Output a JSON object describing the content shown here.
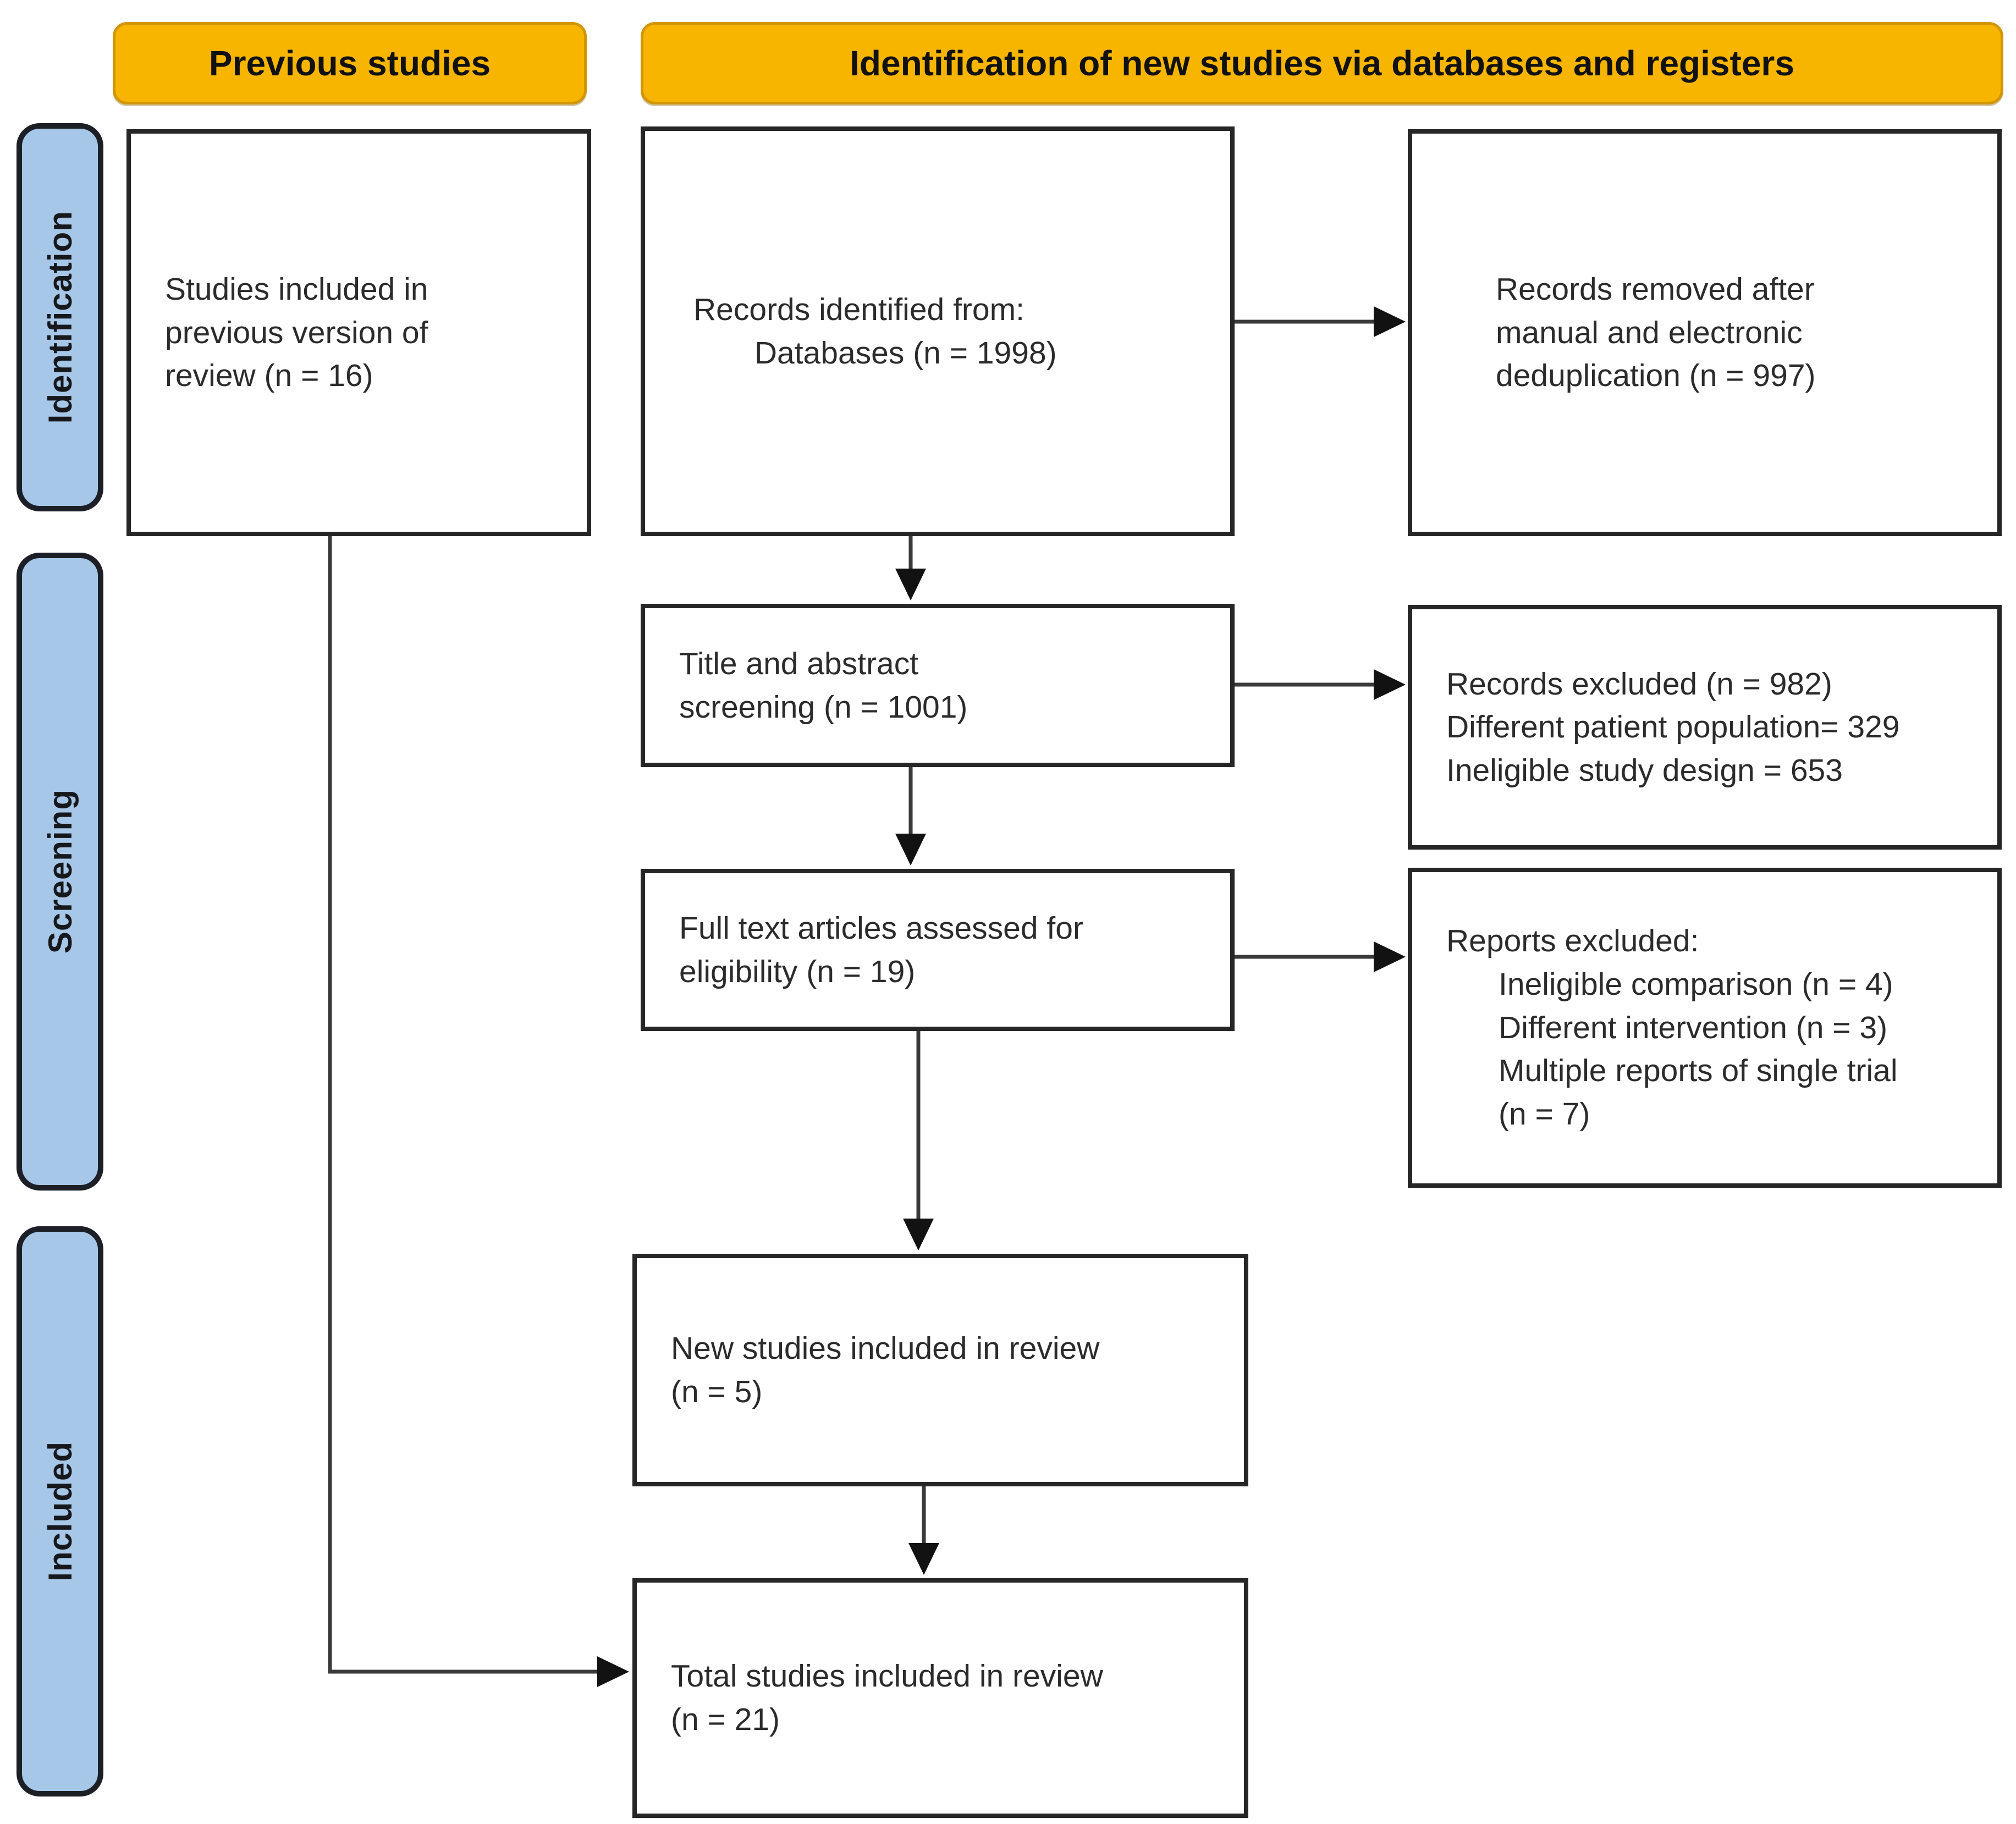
{
  "figure": {
    "type": "prisma-flow-diagram",
    "headers": {
      "previous": "Previous studies",
      "new_studies": "Identification of new studies via databases and registers"
    },
    "stages": {
      "identification": "Identification",
      "screening": "Screening",
      "included": "Included"
    },
    "boxes": {
      "previous_review": "Studies included in\nprevious version of\nreview (n = 16)",
      "records_identified": "Records identified from:\n       Databases (n = 1998)",
      "records_removed": "Records removed after\nmanual and electronic\ndeduplication (n = 997)",
      "title_abstract": "Title and abstract\nscreening (n = 1001)",
      "records_excluded": "Records excluded (n = 982)\nDifferent patient population= 329\nIneligible study design = 653",
      "full_text": "Full text articles assessed for\neligibility (n = 19)",
      "reports_excluded": "Reports excluded:\n      Ineligible comparison (n = 4)\n      Different intervention (n = 3)\n      Multiple reports of single trial\n      (n = 7)",
      "new_studies": "New studies included in review\n(n = 5)",
      "total_studies": "Total studies included in review\n(n = 21)"
    },
    "colors": {
      "header_fill": "#F7B500",
      "header_border": "#D29600",
      "sidebar_fill": "#A7C7E8",
      "sidebar_border": "#1C2026",
      "box_border": "#262626",
      "arrow": "#3A3A3A",
      "text": "#2B2B2B",
      "background": "#FFFFFF"
    }
  }
}
